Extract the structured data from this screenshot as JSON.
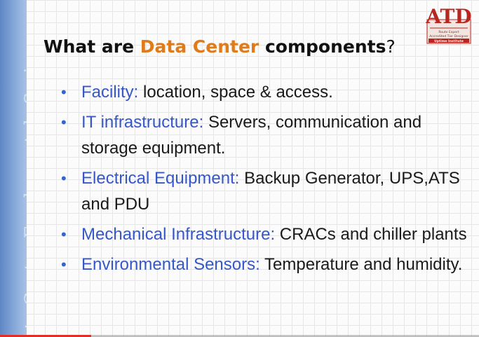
{
  "sidebar": {
    "series_text": "ata Center Fundamentals Series"
  },
  "logo": {
    "letters": "ATD",
    "tagline": "Uptime Institute",
    "small_lines": [
      "Route Expert",
      "Accredited Tier Designer"
    ]
  },
  "title": {
    "before": "What are ",
    "accent": "Data Center",
    "after": " components",
    "qmark": "?"
  },
  "bullets": [
    {
      "term": "Facility:",
      "text": " location, space & access."
    },
    {
      "term": "IT infrastructure:",
      "text": " Servers, communication and storage equipment."
    },
    {
      "term": "Electrical Equipment:",
      "text": " Backup Generator, UPS,ATS and PDU"
    },
    {
      "term": "Mechanical Infrastructure:",
      "text": " CRACs and chiller plants"
    },
    {
      "term": "Environmental Sensors:",
      "text": " Temperature and humidity."
    }
  ],
  "video": {
    "progress_fraction": 0.19
  },
  "colors": {
    "accent": "#e07b1c",
    "term": "#3557c8",
    "progress": "#e52d27"
  }
}
